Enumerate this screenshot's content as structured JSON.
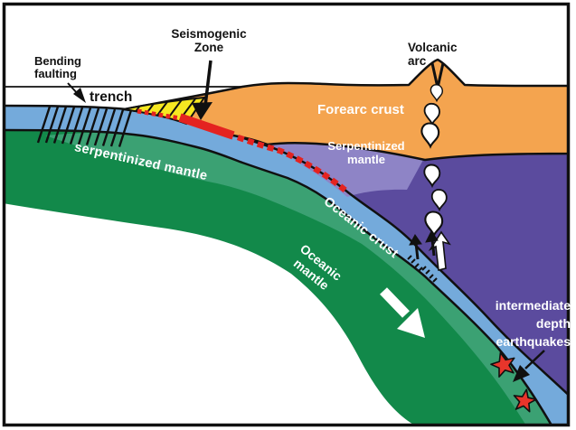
{
  "figure": {
    "type": "subduction-zone-cross-section-diagram"
  },
  "labels": {
    "bending_faulting": {
      "line1": "Bending",
      "line2": "faulting"
    },
    "trench": "trench",
    "seismogenic_zone": {
      "line1": "Seismogenic",
      "line2": "Zone"
    },
    "volcanic_arc": {
      "line1": "Volcanic",
      "line2": "arc"
    },
    "forearc_crust": "Forearc crust",
    "serpentinized_mantle_wedge": {
      "line1": "Serpentinized",
      "line2": "mantle"
    },
    "serpentinized_mantle_slab": "serpentinized mantle",
    "oceanic_crust": "Oceanic crust",
    "oceanic_mantle": {
      "line1": "Oceanic",
      "line2": "mantle"
    },
    "intermediate_depth_earthquakes": {
      "line1": "intermediate",
      "line2": "depth",
      "line3": "earthquakes"
    }
  },
  "colors": {
    "oceanic_crust_blue": "#74aadb",
    "oceanic_mantle_green": "#12894a",
    "serpentinized_slab_green": "#3ba173",
    "forearc_crust_orange": "#f4a44f",
    "mantle_wedge_purple": "#5b4b9e",
    "serpentinized_wedge_light_purple": "#8e84c6",
    "accretionary_wedge_yellow": "#f6e821",
    "seismogenic_red": "#e42320",
    "earthquake_star_red": "#e8352b",
    "outline_black": "#101010",
    "water_white": "#ffffff"
  }
}
